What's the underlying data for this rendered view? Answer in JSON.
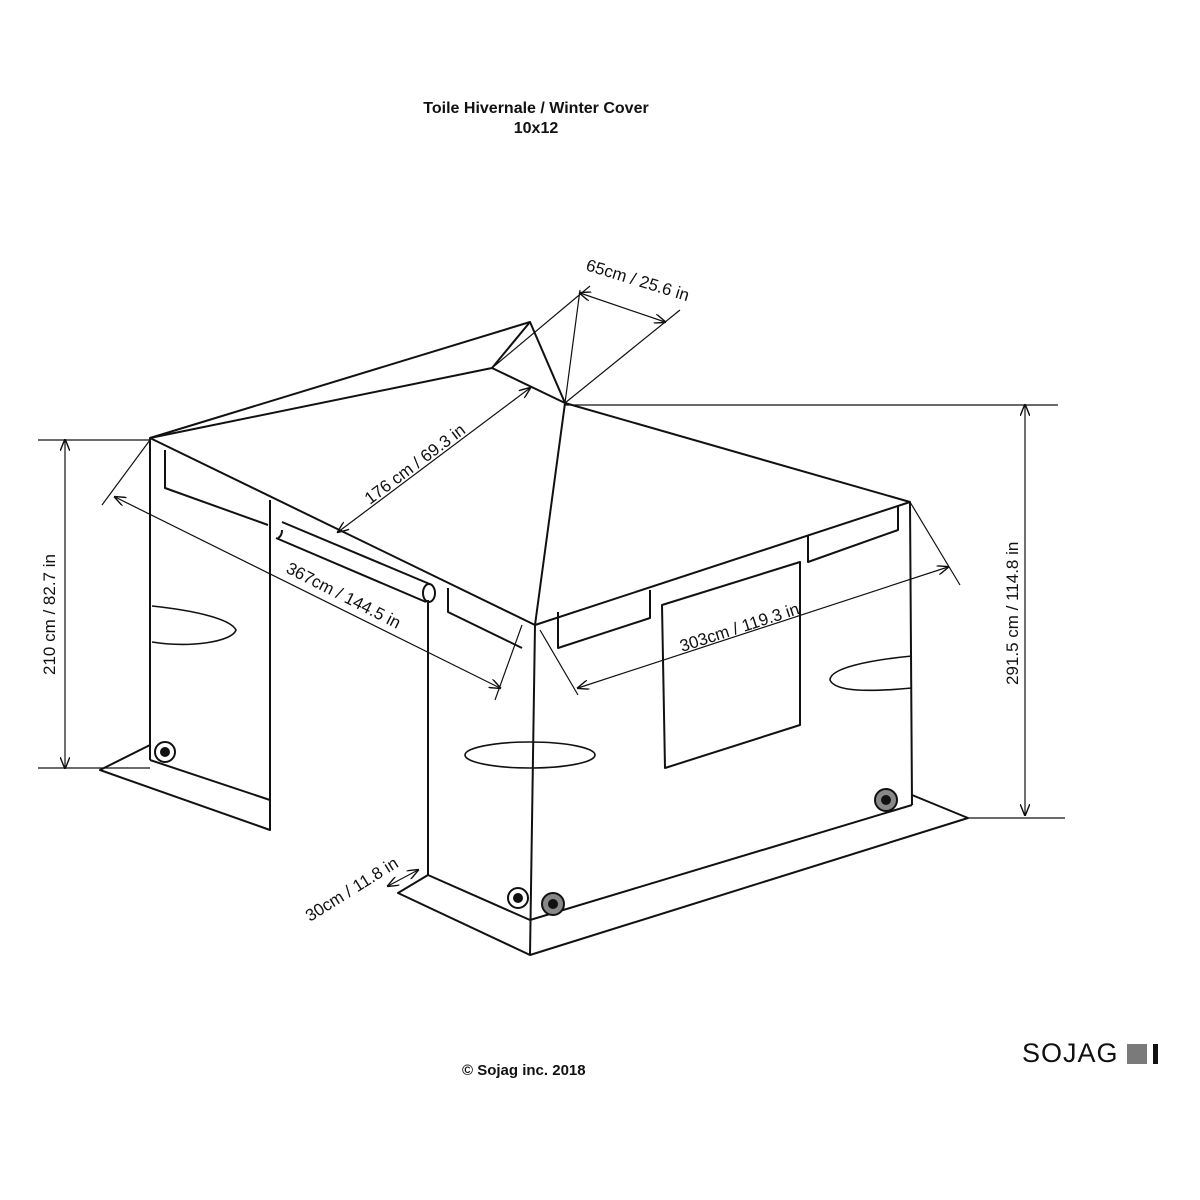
{
  "header": {
    "title": "Toile Hivernale / Winter Cover",
    "model": "10x12"
  },
  "dimensions": {
    "top_vent": "65cm / 25.6 in",
    "roof_slope": "176 cm / 69.3 in",
    "left_side_length": "367cm / 144.5 in",
    "front_side_length": "303cm / 119.3 in",
    "wall_height": "210 cm / 82.7 in",
    "total_height": "291.5 cm / 114.8 in",
    "skirt_width": "30cm / 11.8 in"
  },
  "footer": {
    "copyright": "© Sojag inc. 2018",
    "brand": "SOJAG"
  }
}
